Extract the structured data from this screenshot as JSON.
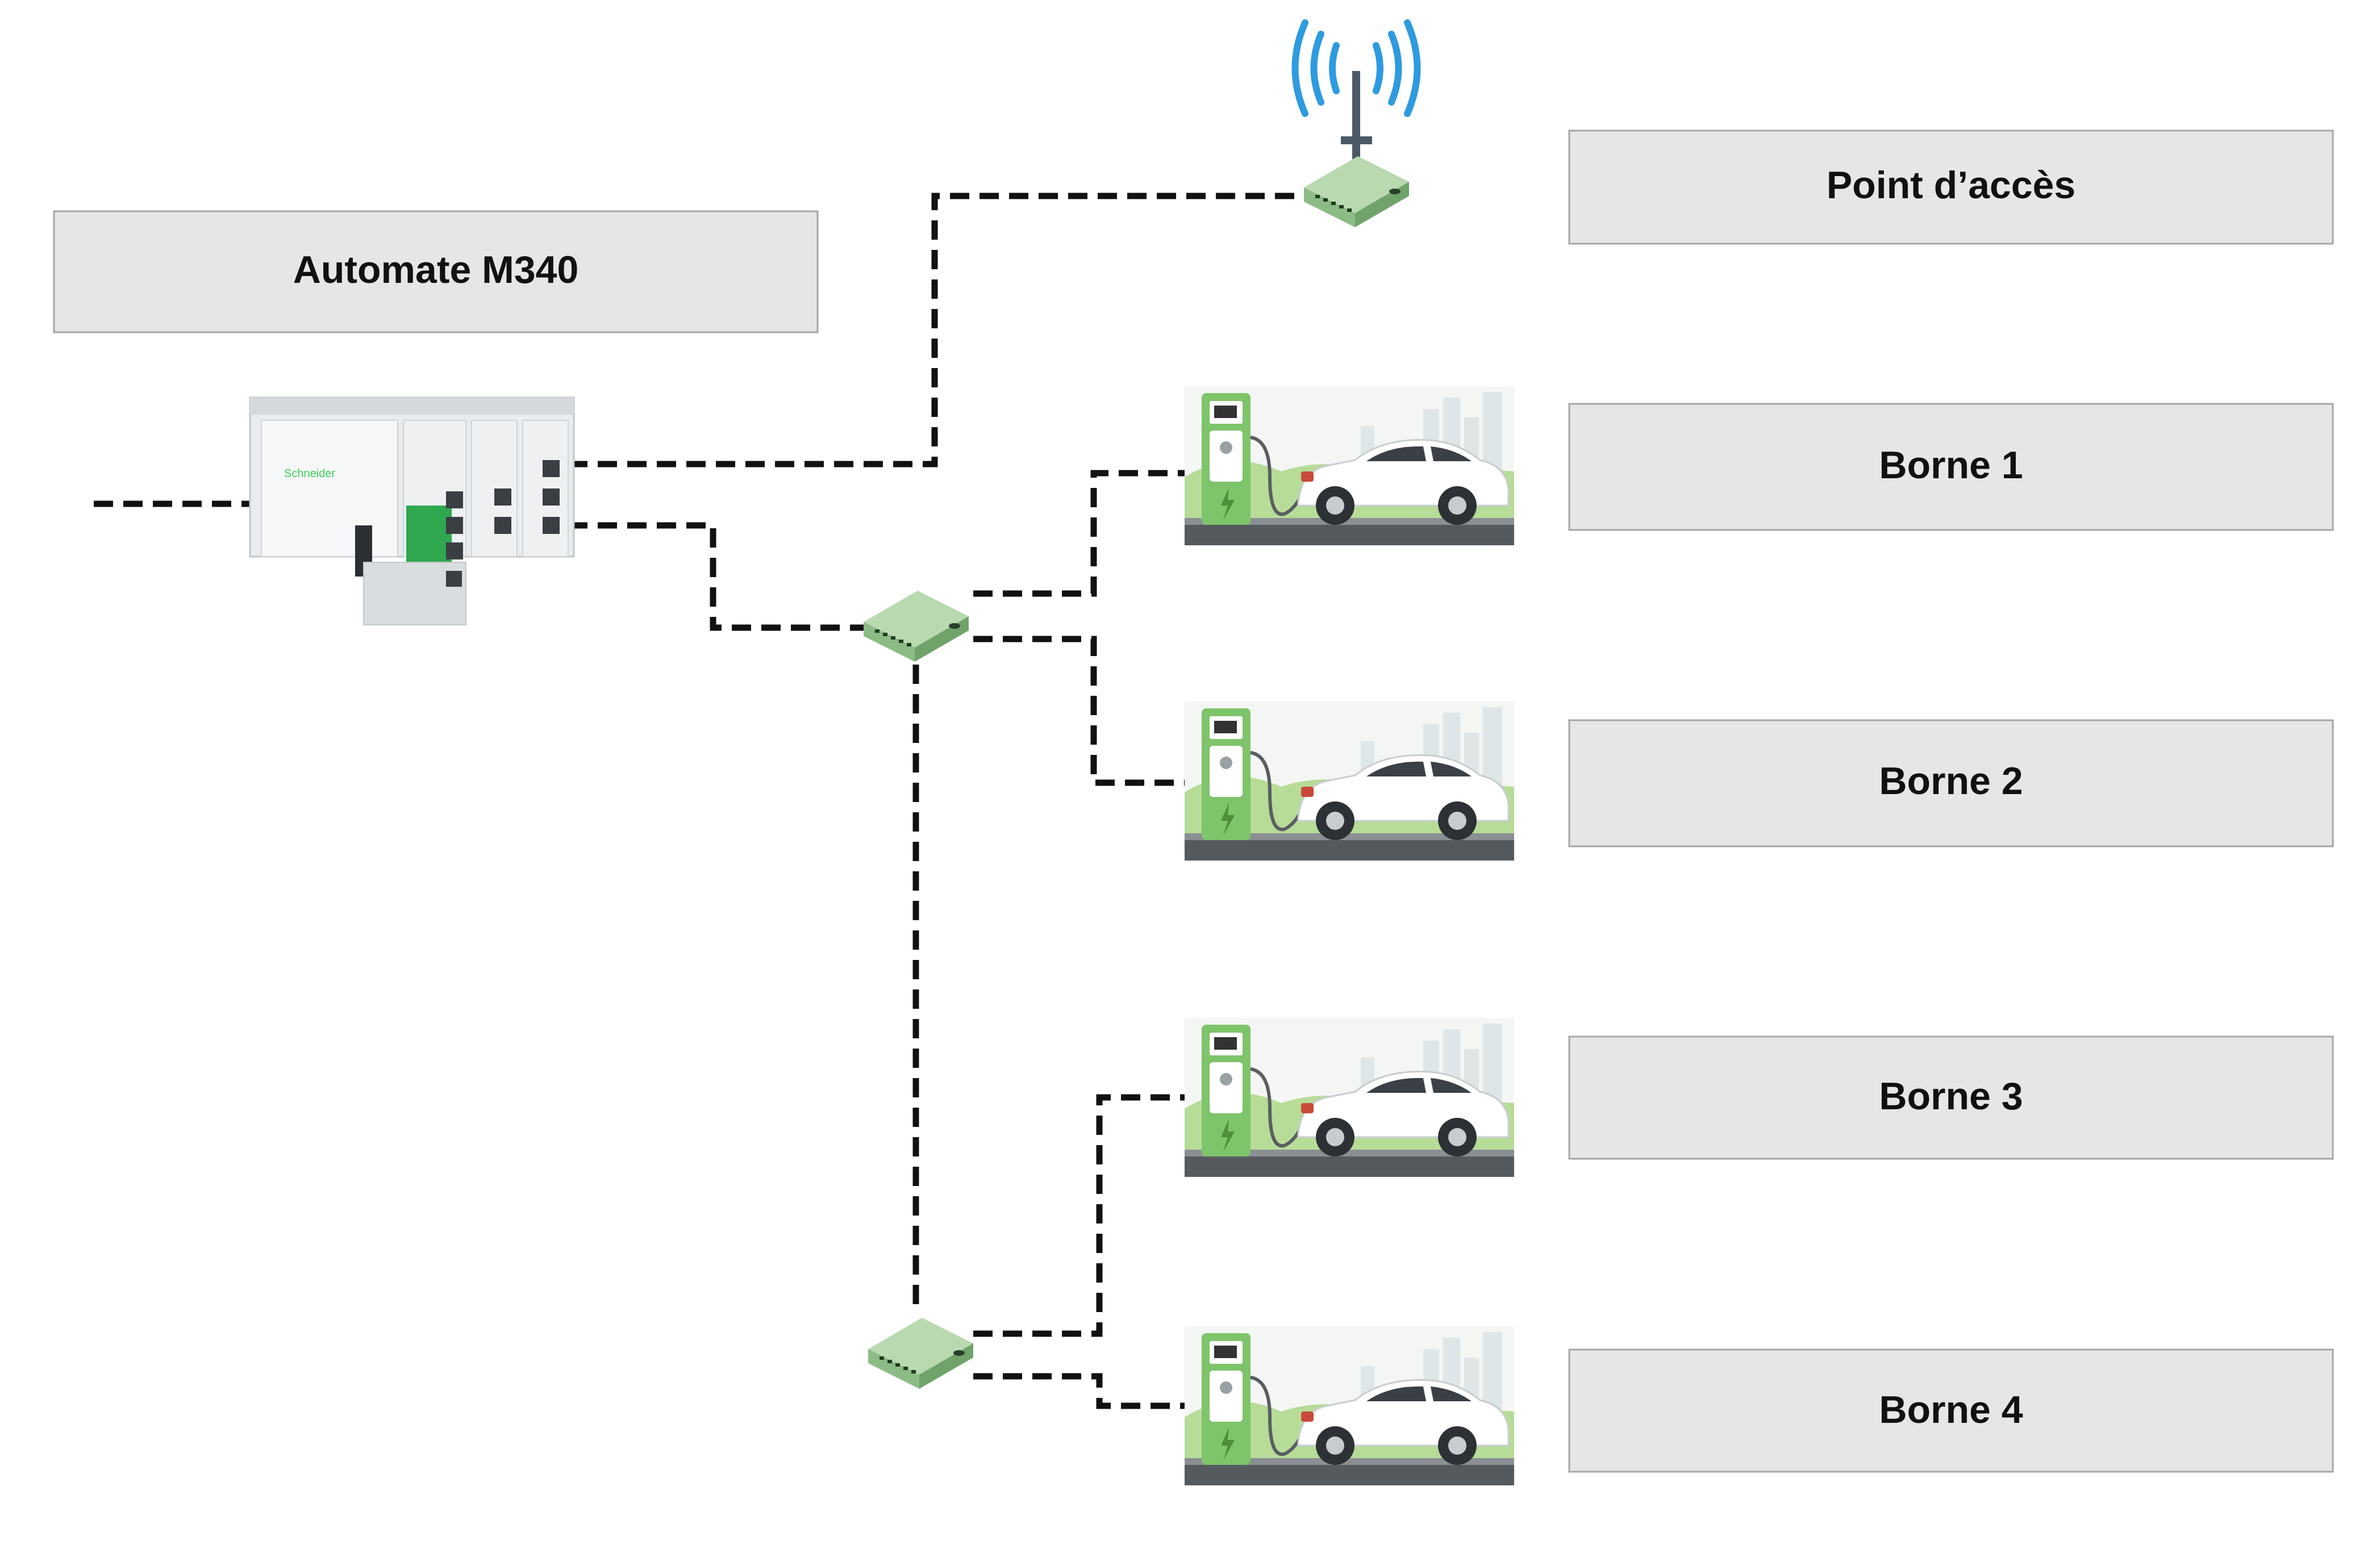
{
  "labels": {
    "plc": "Automate M340",
    "access_point": "Point d’accès",
    "borne_1": "Borne 1",
    "borne_2": "Borne 2",
    "borne_3": "Borne 3",
    "borne_4": "Borne 4"
  },
  "nodes": {
    "plc": "schneider-m340-plc",
    "access_point": "wireless-access-point",
    "switch_1": "network-switch",
    "switch_2": "network-switch",
    "stations": [
      "ev-charging-station",
      "ev-charging-station",
      "ev-charging-station",
      "ev-charging-station"
    ]
  },
  "colors": {
    "label_box_fill": "#e7e6e6",
    "label_box_border": "#a6a6a6",
    "cable": "#111111",
    "switch_green": "#8fbf8f",
    "wifi_blue": "#2e9be0",
    "charger_green": "#7ec46a",
    "car_white": "#ffffff"
  }
}
